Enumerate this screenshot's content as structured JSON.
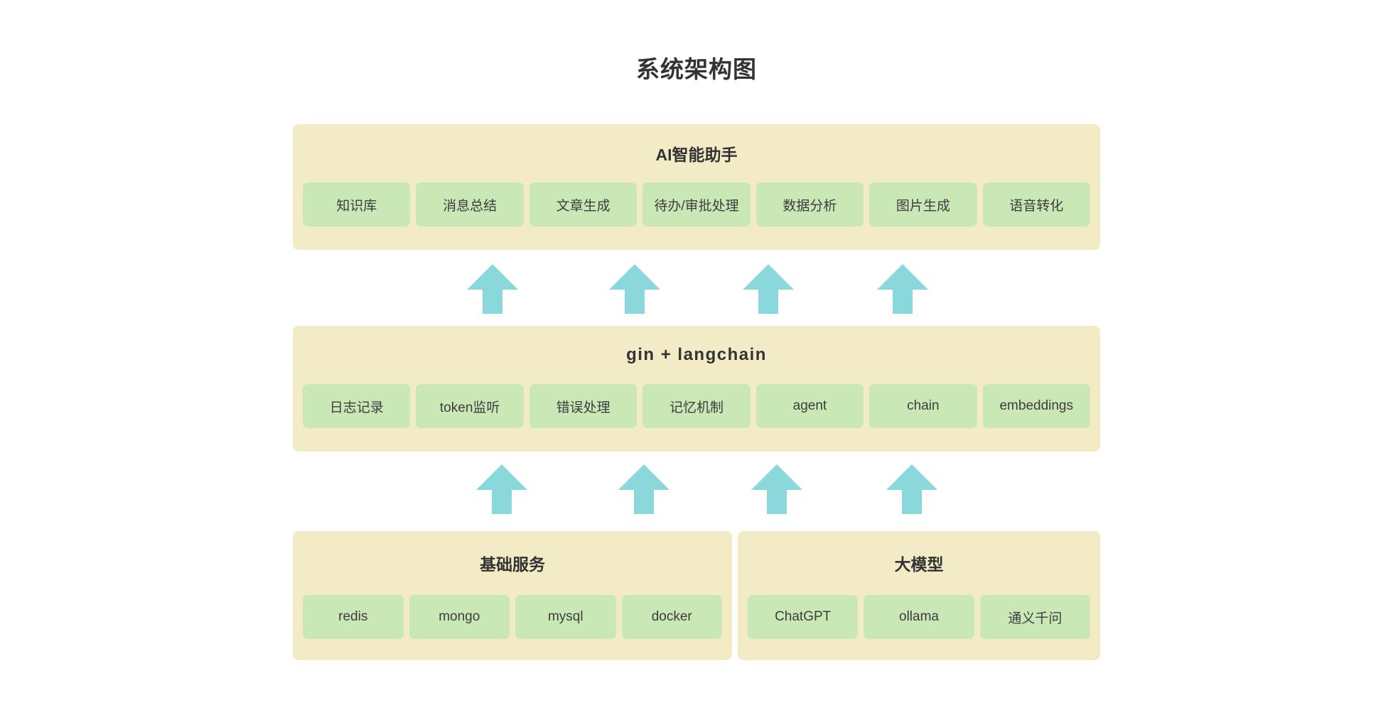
{
  "title": "系统架构图",
  "colors": {
    "page_background": "#ffffff",
    "panel_background": "#f3ebc6",
    "tag_background": "#c9e8b6",
    "arrow": "#8ad8dc",
    "text": "#333333"
  },
  "layers": [
    {
      "id": "ai-assistant",
      "title": "AI智能助手",
      "tags": [
        "知识库",
        "消息总结",
        "文章生成",
        "待办/审批处理",
        "数据分析",
        "图片生成",
        "语音转化"
      ]
    },
    {
      "id": "gin-langchain",
      "title": "gin + langchain",
      "tags": [
        "日志记录",
        "token监听",
        "错误处理",
        "记忆机制",
        "agent",
        "chain",
        "embeddings"
      ]
    },
    {
      "id": "basic-services",
      "title": "基础服务",
      "tags": [
        "redis",
        "mongo",
        "mysql",
        "docker"
      ]
    },
    {
      "id": "large-models",
      "title": "大模型",
      "tags": [
        "ChatGPT",
        "ollama",
        "通义千问"
      ]
    }
  ],
  "arrows": {
    "row1": {
      "direction": "up",
      "count": 4,
      "icon": "arrow-up-icon"
    },
    "row2": {
      "direction": "up",
      "count": 4,
      "icon": "arrow-up-icon"
    }
  }
}
